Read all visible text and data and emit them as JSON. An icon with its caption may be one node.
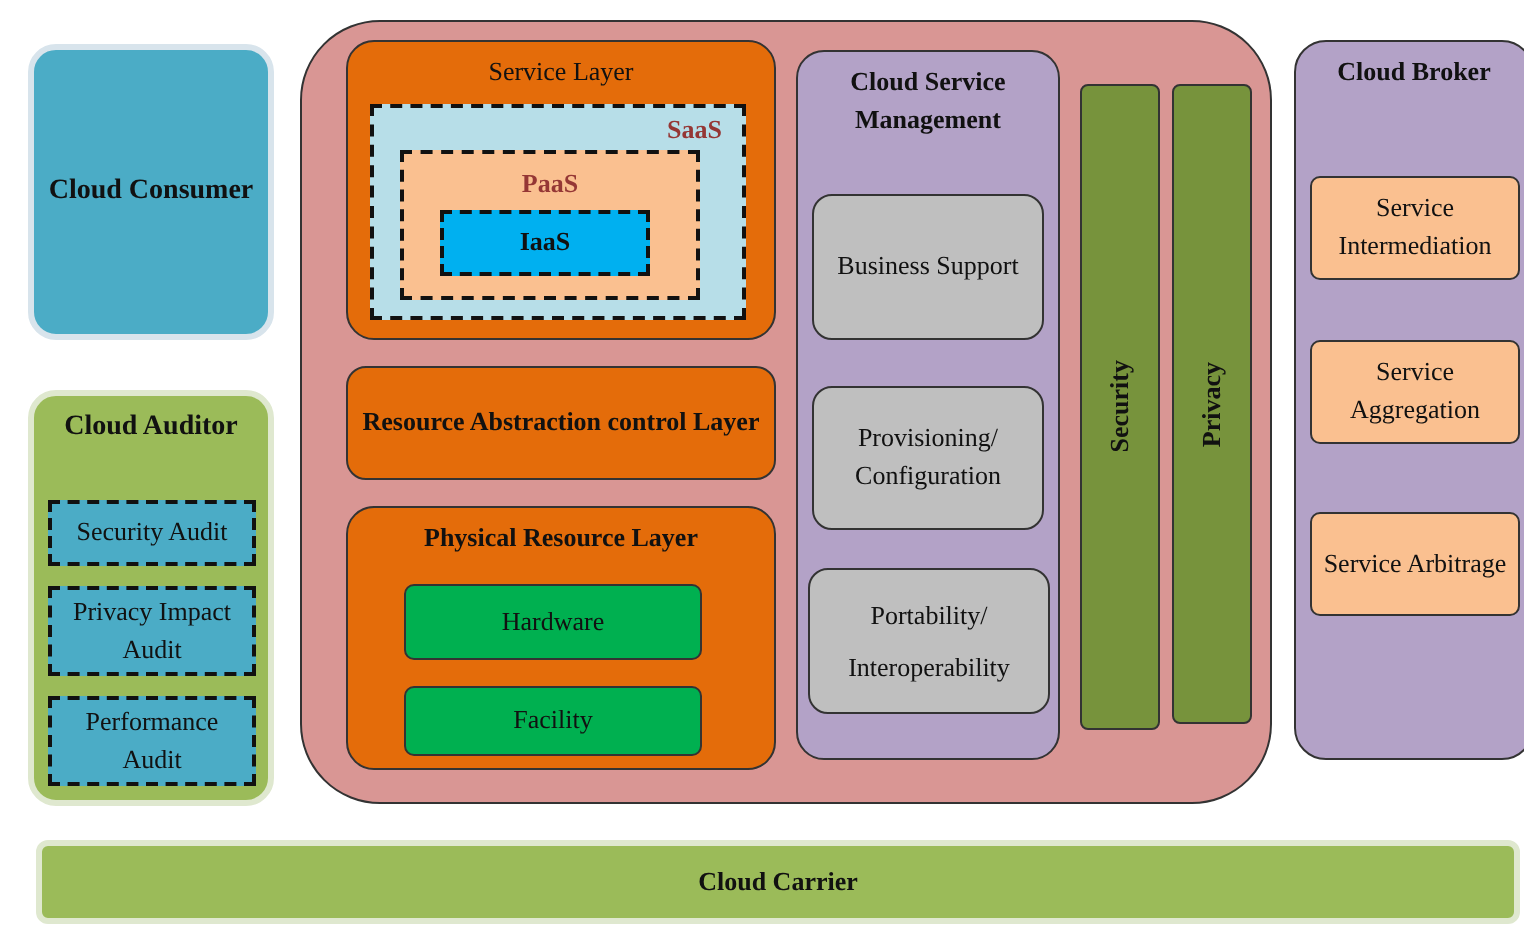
{
  "diagram": {
    "nodes": [
      {
        "text": [
          "Cloud Consumer"
        ]
      },
      {
        "text": [
          "Cloud Auditor"
        ]
      },
      {
        "text": [
          "Security Audit"
        ],
        "in": 1
      },
      {
        "text": [
          "Privacy Impact Audit"
        ],
        "in": 1
      },
      {
        "text": [
          "Performance Audit"
        ],
        "in": 1
      },
      {
        "text": [],
        "shape": "box"
      },
      {
        "text": [
          "Service Layer"
        ],
        "in": 5
      },
      {
        "text": [
          "SaaS"
        ],
        "in": 6
      },
      {
        "text": [
          "PaaS"
        ],
        "in": 7
      },
      {
        "text": [
          "IaaS"
        ],
        "in": 8
      },
      {
        "text": [
          "Resource Abstraction control Layer"
        ],
        "in": 5
      },
      {
        "text": [
          "Physical Resource Layer"
        ],
        "in": 5
      },
      {
        "text": [
          "Hardware"
        ],
        "in": 11
      },
      {
        "text": [
          "Facility"
        ],
        "in": 11
      },
      {
        "text": [
          "Cloud Service Management"
        ],
        "in": 5
      },
      {
        "text": [
          "Business Support"
        ],
        "in": 14
      },
      {
        "text": [
          "Provisioning/ Configuration"
        ],
        "in": 14
      },
      {
        "text": [
          "Portability/ Interoperability"
        ],
        "in": 14
      },
      {
        "text": [
          "Security"
        ],
        "in": 5
      },
      {
        "text": [
          "Privacy"
        ],
        "in": 5
      },
      {
        "text": [
          "Cloud Broker"
        ]
      },
      {
        "text": [
          "Service Intermediation"
        ],
        "in": 20
      },
      {
        "text": [
          "Service Aggregation"
        ],
        "in": 20
      },
      {
        "text": [
          "Service Arbitrage"
        ],
        "in": 20
      },
      {
        "text": [
          "Cloud Carrier"
        ]
      }
    ],
    "edges": []
  }
}
